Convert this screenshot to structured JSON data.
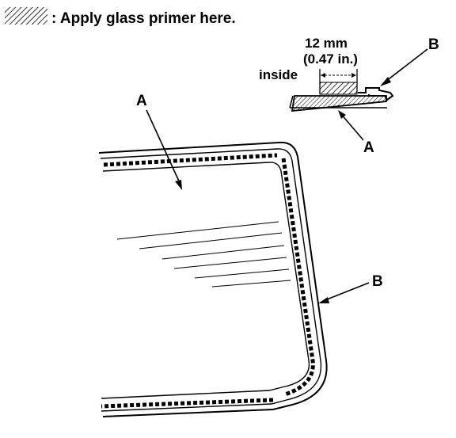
{
  "legend": {
    "text": ": Apply glass primer here.",
    "swatch_icon": "hatch-swatch-icon"
  },
  "detail": {
    "dimension_mm": "12 mm",
    "dimension_in": "(0.47 in.)",
    "side_label": "inside",
    "callout_a": "A",
    "callout_b": "B"
  },
  "main_view": {
    "callout_a": "A",
    "callout_b": "B"
  },
  "colors": {
    "ink": "#000000",
    "paper": "#ffffff"
  }
}
